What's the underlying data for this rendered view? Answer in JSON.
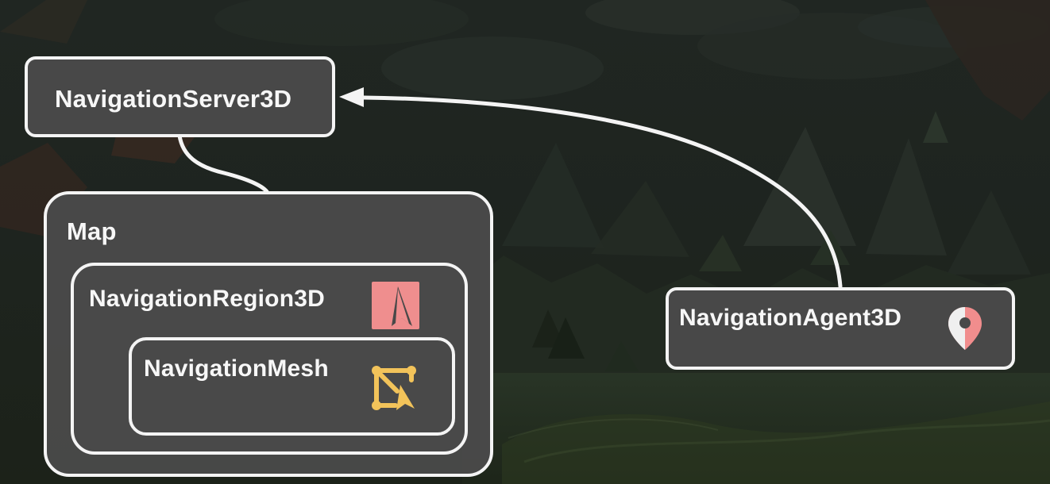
{
  "diagram": {
    "nodes": {
      "server": {
        "label": "NavigationServer3D"
      },
      "map": {
        "label": "Map"
      },
      "region": {
        "label": "NavigationRegion3D",
        "icon": "navigation-region-icon"
      },
      "mesh": {
        "label": "NavigationMesh",
        "icon": "navigation-mesh-icon"
      },
      "agent": {
        "label": "NavigationAgent3D",
        "icon": "navigation-agent-icon"
      }
    },
    "colors": {
      "panel": "#494949",
      "border": "#f4f4f4",
      "text": "#f7f7f7",
      "region_icon": "#ef8e8e",
      "mesh_icon": "#f2c35a",
      "agent_icon": "#f18d8d"
    }
  }
}
